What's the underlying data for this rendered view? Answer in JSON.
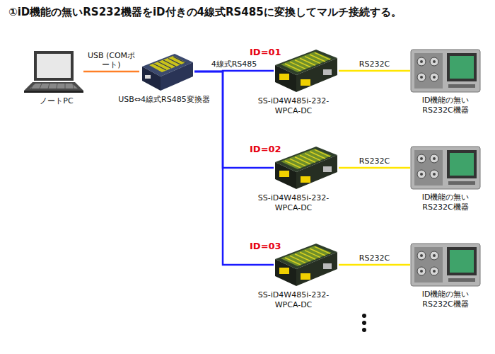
{
  "diagram": {
    "title": "①iD機能の無いRS232機器をiD付きの4線式RS485に変換してマルチ接続する。",
    "nodes": [
      {
        "text": [
          "ノートPC"
        ]
      },
      {
        "text": [
          "USB⇔4線式RS485変換器"
        ]
      },
      {
        "text": [
          "ID=01",
          "SS-iD4W485i-232-WPCA-DC"
        ]
      },
      {
        "text": [
          "ID機能の無い RS232C機器"
        ]
      },
      {
        "text": [
          "ID=02",
          "SS-iD4W485i-232-WPCA-DC"
        ]
      },
      {
        "text": [
          "ID機能の無い RS232C機器"
        ]
      },
      {
        "text": [
          "ID=03",
          "SS-iD4W485i-232-WPCA-DC"
        ]
      },
      {
        "text": [
          "ID機能の無い RS232C機器"
        ]
      }
    ],
    "edges": [
      {
        "from": 0,
        "to": 1,
        "arrow": "none",
        "label": "USB (COMポート)"
      },
      {
        "from": 1,
        "to": 2,
        "arrow": "none",
        "label": "4線式RS485"
      },
      {
        "from": 2,
        "to": 3,
        "arrow": "none",
        "label": "RS232C"
      },
      {
        "from": 1,
        "to": 4,
        "arrow": "none"
      },
      {
        "from": 4,
        "to": 5,
        "arrow": "none",
        "label": "RS232C"
      },
      {
        "from": 1,
        "to": 6,
        "arrow": "none"
      },
      {
        "from": 6,
        "to": 7,
        "arrow": "none",
        "label": "RS232C"
      }
    ]
  }
}
